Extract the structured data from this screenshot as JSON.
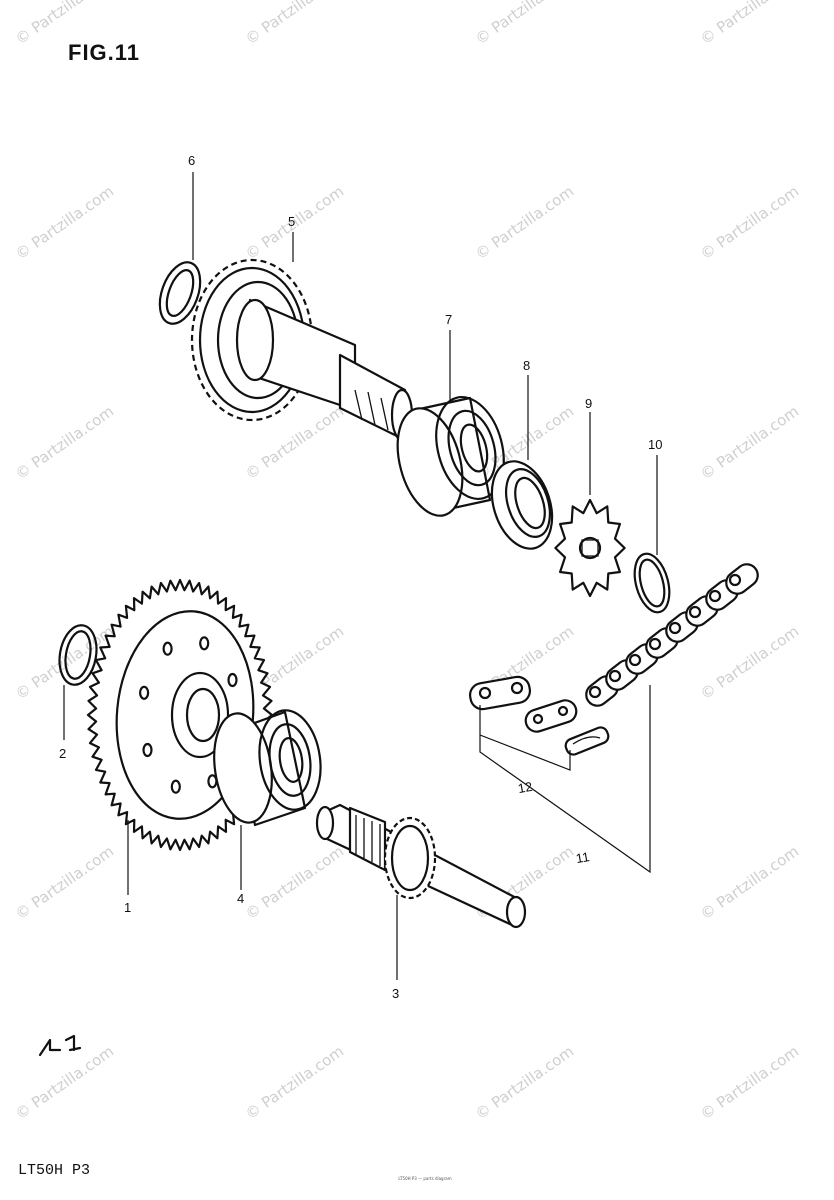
{
  "figure": {
    "title": "FIG.11"
  },
  "watermark": {
    "text": "© Partzilla.com"
  },
  "callouts": [
    {
      "id": "1",
      "label": "1"
    },
    {
      "id": "2",
      "label": "2"
    },
    {
      "id": "3",
      "label": "3"
    },
    {
      "id": "4",
      "label": "4"
    },
    {
      "id": "5",
      "label": "5"
    },
    {
      "id": "6",
      "label": "6"
    },
    {
      "id": "7",
      "label": "7"
    },
    {
      "id": "8",
      "label": "8"
    },
    {
      "id": "9",
      "label": "9"
    },
    {
      "id": "10",
      "label": "10"
    },
    {
      "id": "11",
      "label": "11"
    },
    {
      "id": "12",
      "label": "12"
    }
  ],
  "footer": {
    "model_code": "LT50H P3",
    "fine_print": "LT50H P3 — parts diagram"
  }
}
